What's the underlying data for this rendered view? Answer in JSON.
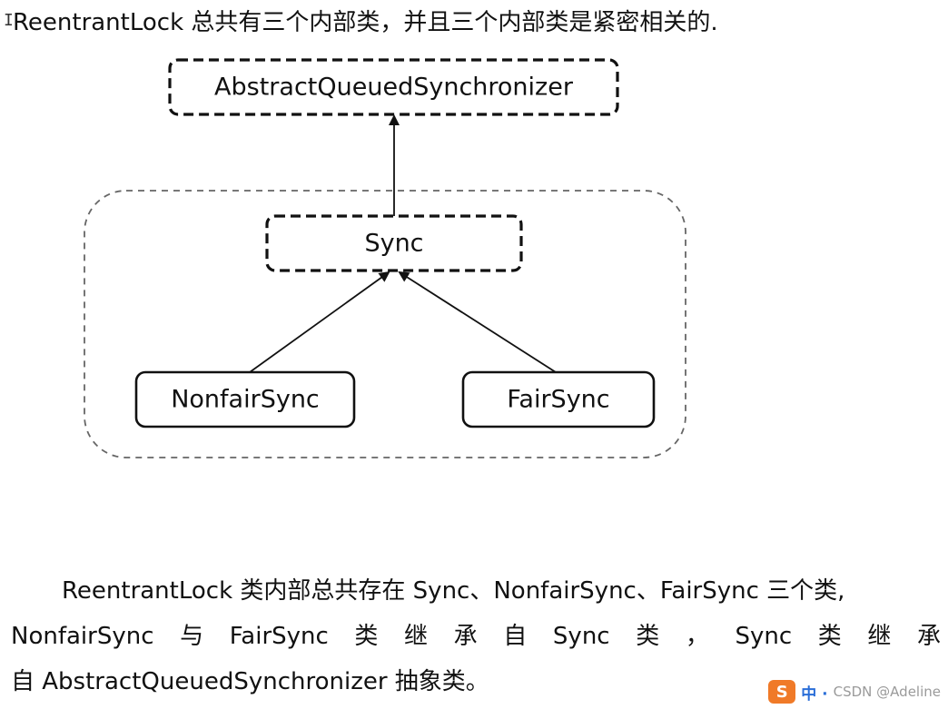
{
  "intro_text": "ReentrantLock 总共有三个内部类，并且三个内部类是紧密相关的.",
  "nodes": {
    "aqs": "AbstractQueuedSynchronizer",
    "sync": "Sync",
    "nonfair": "NonfairSync",
    "fair": "FairSync"
  },
  "description": {
    "line1": "ReentrantLock 类内部总共存在 Sync、NonfairSync、FairSync 三个类,",
    "line2_tokens": [
      "NonfairSync",
      "与",
      "FairSync",
      "类",
      "继",
      "承",
      "自",
      "Sync",
      "类",
      "，",
      "Sync",
      "类",
      "继",
      "承"
    ],
    "line3": "自 AbstractQueuedSynchronizer 抽象类。"
  },
  "watermark": {
    "logo": "S",
    "ime": "中 ·",
    "text": "CSDN @Adeline"
  }
}
